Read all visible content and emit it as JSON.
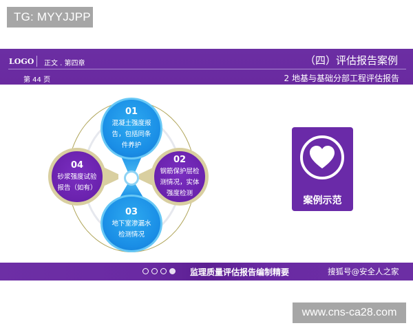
{
  "overlay": {
    "tg_label": "TG: MYYJJPP",
    "watermark": "www.cns-ca28.com"
  },
  "header": {
    "logo": "LOGO",
    "chapter": "正文 . 第四章",
    "page": "第 44 页",
    "section_title": "（四）评估报告案例",
    "section_subtitle": "2 地基与基础分部工程评估报告"
  },
  "diagram": {
    "items": [
      {
        "num": "01",
        "lines": [
          "混凝土强度报",
          "告，包括同条",
          "件养护"
        ],
        "color": "#1a8ee6"
      },
      {
        "num": "02",
        "lines": [
          "钢筋保护层检",
          "测情况，实体",
          "强度检测"
        ],
        "color": "#6a22ad"
      },
      {
        "num": "03",
        "lines": [
          "地下室渗漏水",
          "检测情况"
        ],
        "color": "#1a8ee6"
      },
      {
        "num": "04",
        "lines": [
          "砂浆强度试验",
          "报告（如有）"
        ],
        "color": "#6a22ad"
      }
    ]
  },
  "case_card": {
    "icon": "heart-icon",
    "label": "案例示范",
    "color": "#6a2aa8"
  },
  "footer": {
    "pagination": {
      "total": 4,
      "active_index": 3
    },
    "title": "监理质量评估报告编制精要",
    "source": "搜狐号@安全人之家"
  },
  "colors": {
    "brand_purple": "#6b2ea3",
    "accent_blue": "#1a8ee6",
    "gold_ring": "#d9cfa0"
  }
}
